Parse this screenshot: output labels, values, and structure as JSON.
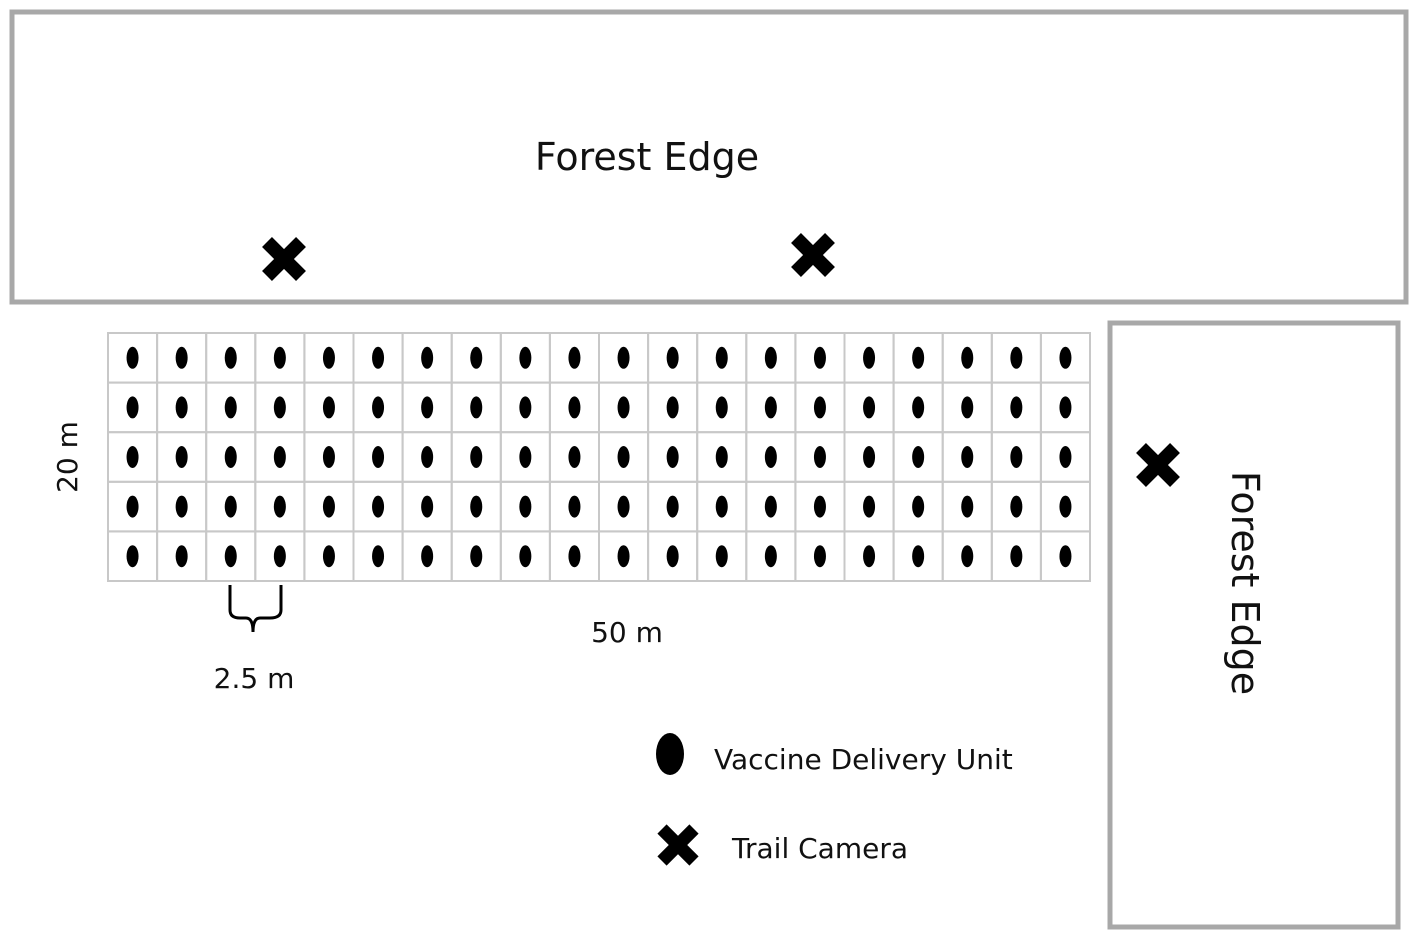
{
  "forest_top": {
    "label": "Forest Edge"
  },
  "forest_right": {
    "label": "Forest Edge"
  },
  "grid": {
    "rows": 5,
    "columns": 20,
    "width_label": "50 m",
    "height_label": "20 m",
    "spacing_label": "2.5 m"
  },
  "cameras_count": 3,
  "legend": {
    "vaccine_unit": "Vaccine Delivery Unit",
    "trail_camera": "Trail Camera"
  },
  "colors": {
    "border": "#a8a8a8",
    "grid_line": "#c8c8c8",
    "marker": "#000000"
  }
}
